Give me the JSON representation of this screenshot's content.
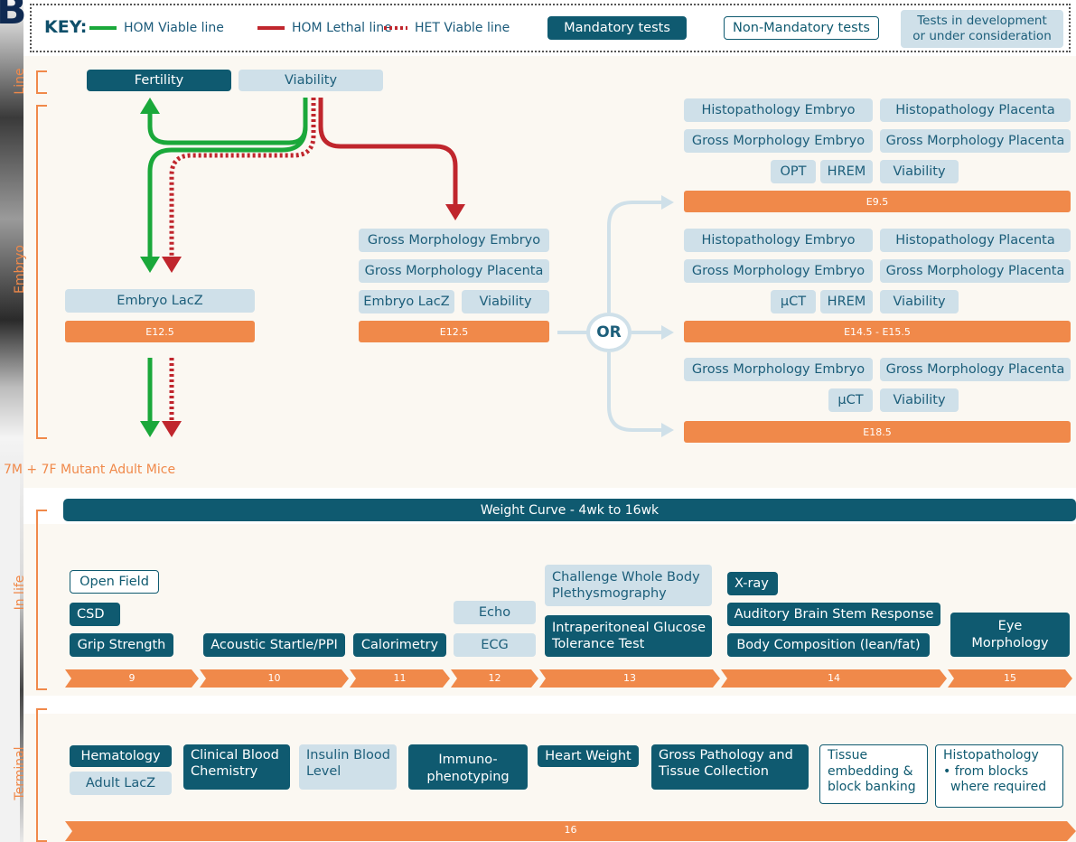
{
  "key": {
    "title": "KEY:",
    "hom_viable": "HOM Viable line",
    "hom_lethal": "HOM Lethal line",
    "het_viable": "HET Viable line",
    "mandatory": "Mandatory tests",
    "non_mandatory": "Non-Mandatory tests",
    "in_dev_line1": "Tests in development",
    "in_dev_line2": "or under consideration"
  },
  "colors": {
    "mandatory": "#0f5a70",
    "development": "#cfe0e9",
    "stage": "#f0894a",
    "viable": "#1aa83a",
    "lethal": "#c0262d"
  },
  "sections": {
    "line": "Line",
    "embryo": "Embryo",
    "in_life": "In life",
    "terminal": "Terminal"
  },
  "line": {
    "fertility": "Fertility",
    "viability": "Viability"
  },
  "embryo": {
    "viable": {
      "lacz": "Embryo LacZ",
      "stage": "E12.5"
    },
    "lethal": {
      "gross_embryo": "Gross Morphology Embryo",
      "gross_placenta": "Gross Morphology Placenta",
      "lacz": "Embryo LacZ",
      "viability": "Viability",
      "stage": "E12.5"
    },
    "or": "OR",
    "e95": {
      "histo_embryo": "Histopathology Embryo",
      "histo_placenta": "Histopathology Placenta",
      "gross_embryo": "Gross Morphology Embryo",
      "gross_placenta": "Gross Morphology Placenta",
      "opt": "OPT",
      "hrem": "HREM",
      "viability": "Viability",
      "stage": "E9.5"
    },
    "e145": {
      "histo_embryo": "Histopathology Embryo",
      "histo_placenta": "Histopathology Placenta",
      "gross_embryo": "Gross Morphology Embryo",
      "gross_placenta": "Gross Morphology Placenta",
      "uct": "µCT",
      "hrem": "HREM",
      "viability": "Viability",
      "stage": "E14.5 - E15.5"
    },
    "e185": {
      "gross_embryo": "Gross Morphology Embryo",
      "gross_placenta": "Gross Morphology Placenta",
      "uct": "µCT",
      "viability": "Viability",
      "stage": "E18.5"
    }
  },
  "mice": "7M + 7F Mutant Adult Mice",
  "in_life": {
    "weight_curve": "Weight Curve - 4wk to 16wk",
    "open_field": "Open Field",
    "csd": "CSD",
    "grip": "Grip Strength",
    "acoustic": "Acoustic Startle/PPI",
    "calorimetry": "Calorimetry",
    "echo": "Echo",
    "ecg": "ECG",
    "challenge_l1": "Challenge Whole Body",
    "challenge_l2": "Plethysmography",
    "ipgtt_l1": "Intraperitoneal Glucose",
    "ipgtt_l2": "Tolerance Test",
    "xray": "X-ray",
    "abr": "Auditory Brain Stem Response",
    "body_comp": "Body Composition (lean/fat)",
    "eye_l1": "Eye",
    "eye_l2": "Morphology",
    "weeks": [
      "9",
      "10",
      "11",
      "12",
      "13",
      "14",
      "15"
    ]
  },
  "terminal": {
    "hematology": "Hematology",
    "adult_lacz": "Adult LacZ",
    "clin_l1": "Clinical Blood",
    "clin_l2": "Chemistry",
    "insulin_l1": "Insulin Blood",
    "insulin_l2": "Level",
    "immuno_l1": "Immuno-",
    "immuno_l2": "phenotyping",
    "heart": "Heart Weight",
    "gross_l1": "Gross Pathology and",
    "gross_l2": "Tissue Collection",
    "tissue_l1": "Tissue",
    "tissue_l2": "embedding &",
    "tissue_l3": "block banking",
    "histo_l1": "Histopathology",
    "histo_l2": "• from blocks",
    "histo_l3": "where required",
    "week": "16"
  }
}
